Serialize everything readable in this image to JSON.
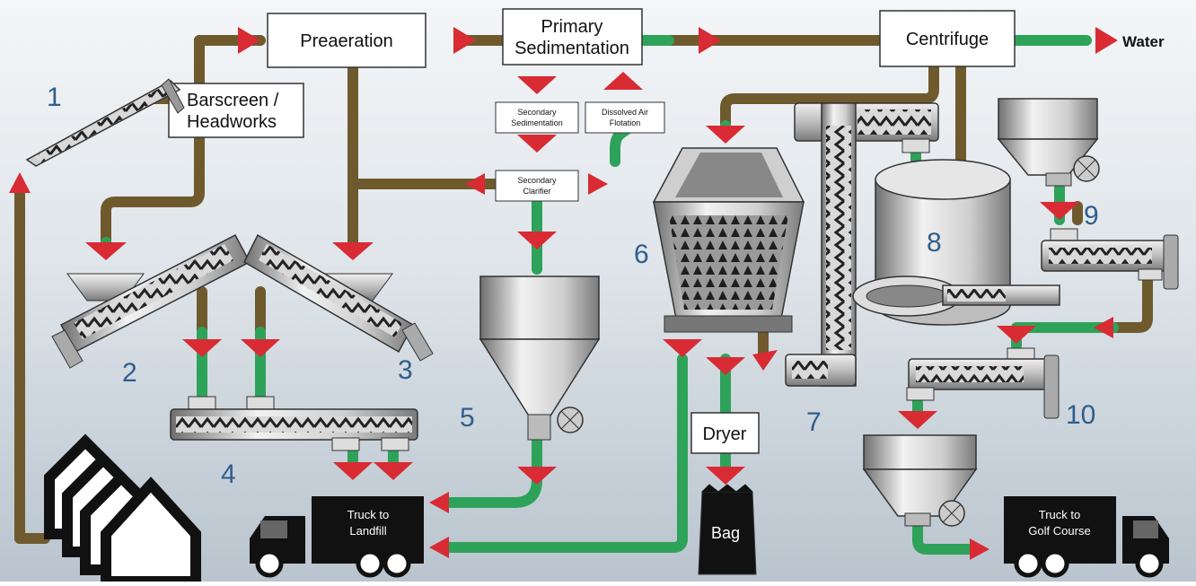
{
  "boxes": {
    "preaeration": "Preaeration",
    "primary_line1": "Primary",
    "primary_line2": "Sedimentation",
    "centrifuge": "Centrifuge",
    "water": "Water",
    "barscreen_line1": "Barscreen /",
    "barscreen_line2": "Headworks",
    "secondary_sed_line1": "Secondary",
    "secondary_sed_line2": "Sedimentation",
    "dissolved_line1": "Dissolved Air",
    "dissolved_line2": "Flotation",
    "clarifier_line1": "Secondary",
    "clarifier_line2": "Clarifier",
    "dryer": "Dryer",
    "bag": "Bag"
  },
  "trucks": {
    "landfill_line1": "Truck to",
    "landfill_line2": "Landfill",
    "golf_line1": "Truck to",
    "golf_line2": "Golf Course"
  },
  "numbers": [
    "1",
    "2",
    "3",
    "4",
    "5",
    "6",
    "7",
    "8",
    "9",
    "10"
  ],
  "colors": {
    "brown_pipe": "#6f5a2e",
    "green_pipe": "#2fa25a",
    "arrow_red": "#d82b34",
    "number_blue": "#2f5e8c"
  }
}
